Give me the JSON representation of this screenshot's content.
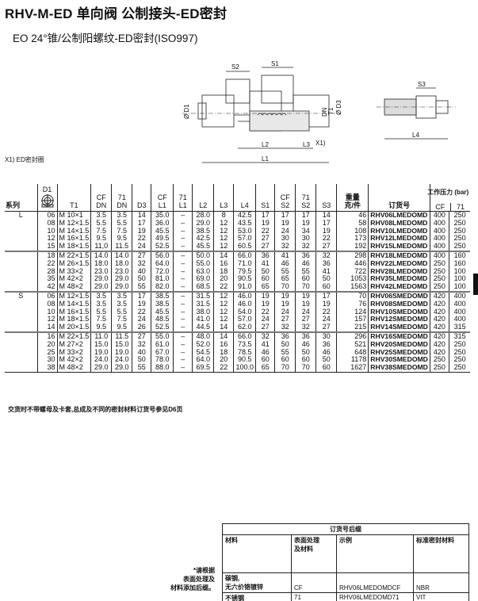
{
  "title": "RHV-M-ED  单向阀  公制接头-ED密封",
  "subtitle": "EO 24°锥/公制阳螺纹-ED密封(ISO997)",
  "drawing": {
    "labels": {
      "s2": "S2",
      "s1": "S1",
      "d1": "Ø D1",
      "dn": "DN",
      "t1": "T1",
      "d3": "Ø D3",
      "x1": "X1)",
      "l2": "L2",
      "l3": "L3",
      "l1": "L1",
      "s3": "S3",
      "l4": "L4"
    },
    "caption": "X1) ED密封圈"
  },
  "table": {
    "headers": {
      "series": "系列",
      "d1": "D1",
      "t1": "T1",
      "cf_dn": "CF\nDN",
      "s71_dn": "71\nDN",
      "d3": "D3",
      "cf_l1": "CF\nL1",
      "s71_l1": "71\nL1",
      "l2": "L2",
      "l3": "L3",
      "l4": "L4",
      "s1": "S1",
      "cf_s2": "CF\nS2",
      "s71_s2": "71\nS2",
      "s3": "S3",
      "weight": "重量\n克/件",
      "order": "订货号",
      "pressure": "工作压力 (bar)",
      "p_cf": "CF",
      "p_71": "71"
    },
    "groups": [
      {
        "series": "L",
        "rows": [
          [
            "06",
            "M 10×1",
            "3.5",
            "3.5",
            "14",
            "35.0",
            "–",
            "28.0",
            "8",
            "42.5",
            "17",
            "17",
            "17",
            "14",
            "46",
            "RHV06LMEDOMD",
            "400",
            "250"
          ],
          [
            "08",
            "M 12×1.5",
            "5.5",
            "5.5",
            "17",
            "36.0",
            "–",
            "29.0",
            "12",
            "43.5",
            "19",
            "19",
            "19",
            "17",
            "58",
            "RHV08LMEDOMD",
            "400",
            "250"
          ],
          [
            "10",
            "M 14×1.5",
            "7.5",
            "7.5",
            "19",
            "45.5",
            "–",
            "38.5",
            "12",
            "53.0",
            "22",
            "24",
            "34",
            "19",
            "108",
            "RHV10LMEDOMD",
            "400",
            "250"
          ],
          [
            "12",
            "M 16×1.5",
            "9.5",
            "9.5",
            "22",
            "49.5",
            "–",
            "42.5",
            "12",
            "57.0",
            "27",
            "30",
            "30",
            "22",
            "173",
            "RHV12LMEDOMD",
            "400",
            "250"
          ],
          [
            "15",
            "M 18×1.5",
            "11,0",
            "11.5",
            "24",
            "52.5",
            "–",
            "45.5",
            "12",
            "60.5",
            "27",
            "32",
            "32",
            "27",
            "192",
            "RHV15LMEDOMD",
            "400",
            "250"
          ]
        ]
      },
      {
        "series": "",
        "rows": [
          [
            "18",
            "M 22×1.5",
            "14.0",
            "14.0",
            "27",
            "56.0",
            "–",
            "50.0",
            "14",
            "66.0",
            "36",
            "41",
            "36",
            "32",
            "298",
            "RHV18LMEDOMD",
            "400",
            "160"
          ],
          [
            "22",
            "M 26×1.5",
            "18.0",
            "18.0",
            "32",
            "64.0",
            "–",
            "55.0",
            "16",
            "71.0",
            "41",
            "46",
            "46",
            "36",
            "446",
            "RHV22LMEDOMD",
            "250",
            "160"
          ],
          [
            "28",
            "M 33×2",
            "23.0",
            "23.0",
            "40",
            "72.0",
            "–",
            "63.0",
            "18",
            "79.5",
            "50",
            "55",
            "55",
            "41",
            "722",
            "RHV28LMEDOMD",
            "250",
            "100"
          ],
          [
            "35",
            "M 42×2",
            "29.0",
            "29.0",
            "50",
            "81.0",
            "–",
            "69.0",
            "20",
            "90.5",
            "60",
            "65",
            "60",
            "50",
            "1053",
            "RHV35LMEDOMD",
            "250",
            "100"
          ],
          [
            "42",
            "M 48×2",
            "29.0",
            "29.0",
            "55",
            "82.0",
            "–",
            "68.5",
            "22",
            "91.0",
            "65",
            "70",
            "70",
            "60",
            "1563",
            "RHV42LMEDOMD",
            "250",
            "100"
          ]
        ]
      },
      {
        "series": "S",
        "rows": [
          [
            "06",
            "M 12×1.5",
            "3.5",
            "3.5",
            "17",
            "38.5",
            "–",
            "31.5",
            "12",
            "46.0",
            "19",
            "19",
            "19",
            "17",
            "70",
            "RHV06SMEDOMD",
            "420",
            "400"
          ],
          [
            "08",
            "M 14×1.5",
            "3.5",
            "3.5",
            "19",
            "38.5",
            "–",
            "31.5",
            "12",
            "46.0",
            "19",
            "19",
            "19",
            "19",
            "76",
            "RHV08SMEDOMD",
            "420",
            "400"
          ],
          [
            "10",
            "M 16×1.5",
            "5.5",
            "5.5",
            "22",
            "45.5",
            "–",
            "38.0",
            "12",
            "54.0",
            "22",
            "24",
            "24",
            "22",
            "124",
            "RHV10SMEDOMD",
            "420",
            "400"
          ],
          [
            "12",
            "M 18×1.5",
            "7.5",
            "7.5",
            "24",
            "48.5",
            "–",
            "41.0",
            "12",
            "57.0",
            "24",
            "27",
            "27",
            "24",
            "157",
            "RHV12SMEDOMD",
            "420",
            "400"
          ],
          [
            "14",
            "M 20×1.5",
            "9.5",
            "9.5",
            "26",
            "52.5",
            "–",
            "44.5",
            "14",
            "62.0",
            "27",
            "32",
            "32",
            "27",
            "215",
            "RHV14SMEDOMD",
            "420",
            "315"
          ]
        ]
      },
      {
        "series": "",
        "rows": [
          [
            "16",
            "M 22×1.5",
            "11.0",
            "11.5",
            "27",
            "55.0",
            "–",
            "48.0",
            "14",
            "66.0",
            "32",
            "36",
            "36",
            "30",
            "296",
            "RHV16SMEDOMD",
            "420",
            "315"
          ],
          [
            "20",
            "M 27×2",
            "15.0",
            "15.0",
            "32",
            "61.0",
            "–",
            "52.0",
            "16",
            "73.5",
            "41",
            "50",
            "46",
            "36",
            "521",
            "RHV20SMEDOMD",
            "420",
            "250"
          ],
          [
            "25",
            "M 33×2",
            "19.0",
            "19.0",
            "40",
            "67.0",
            "–",
            "54.5",
            "18",
            "78.5",
            "46",
            "55",
            "50",
            "46",
            "648",
            "RHV25SMEDOMD",
            "420",
            "250"
          ],
          [
            "30",
            "M 42×2",
            "24.0",
            "24.0",
            "50",
            "78.0",
            "–",
            "64.0",
            "20",
            "90.5",
            "60",
            "60",
            "60",
            "50",
            "1178",
            "RHV30SMEDOMD",
            "250",
            "250"
          ],
          [
            "38",
            "M 48×2",
            "29.0",
            "29.0",
            "55",
            "88.0",
            "–",
            "69.5",
            "22",
            "100.0",
            "65",
            "70",
            "70",
            "60",
            "1627",
            "RHV38SMEDOMD",
            "250",
            "250"
          ]
        ]
      }
    ]
  },
  "note": "交货时不带螺母及卡套,总成及不同的密封材料订货号参见D6页",
  "suffix": {
    "side_note": "*请根据\n表面处理及\n材料添加后缀。",
    "title": "订货号后缀",
    "headers": [
      "材料",
      "表面处理\n及材料",
      "示例",
      "标准密封材料"
    ],
    "rows": [
      [
        "碳钢,\n无六价铬镀锌",
        "CF",
        "RHV06LMEDOMDCF",
        "NBR"
      ],
      [
        "不锈钢",
        "71",
        "RHV06LMEDOMD71",
        "VIT"
      ]
    ]
  }
}
